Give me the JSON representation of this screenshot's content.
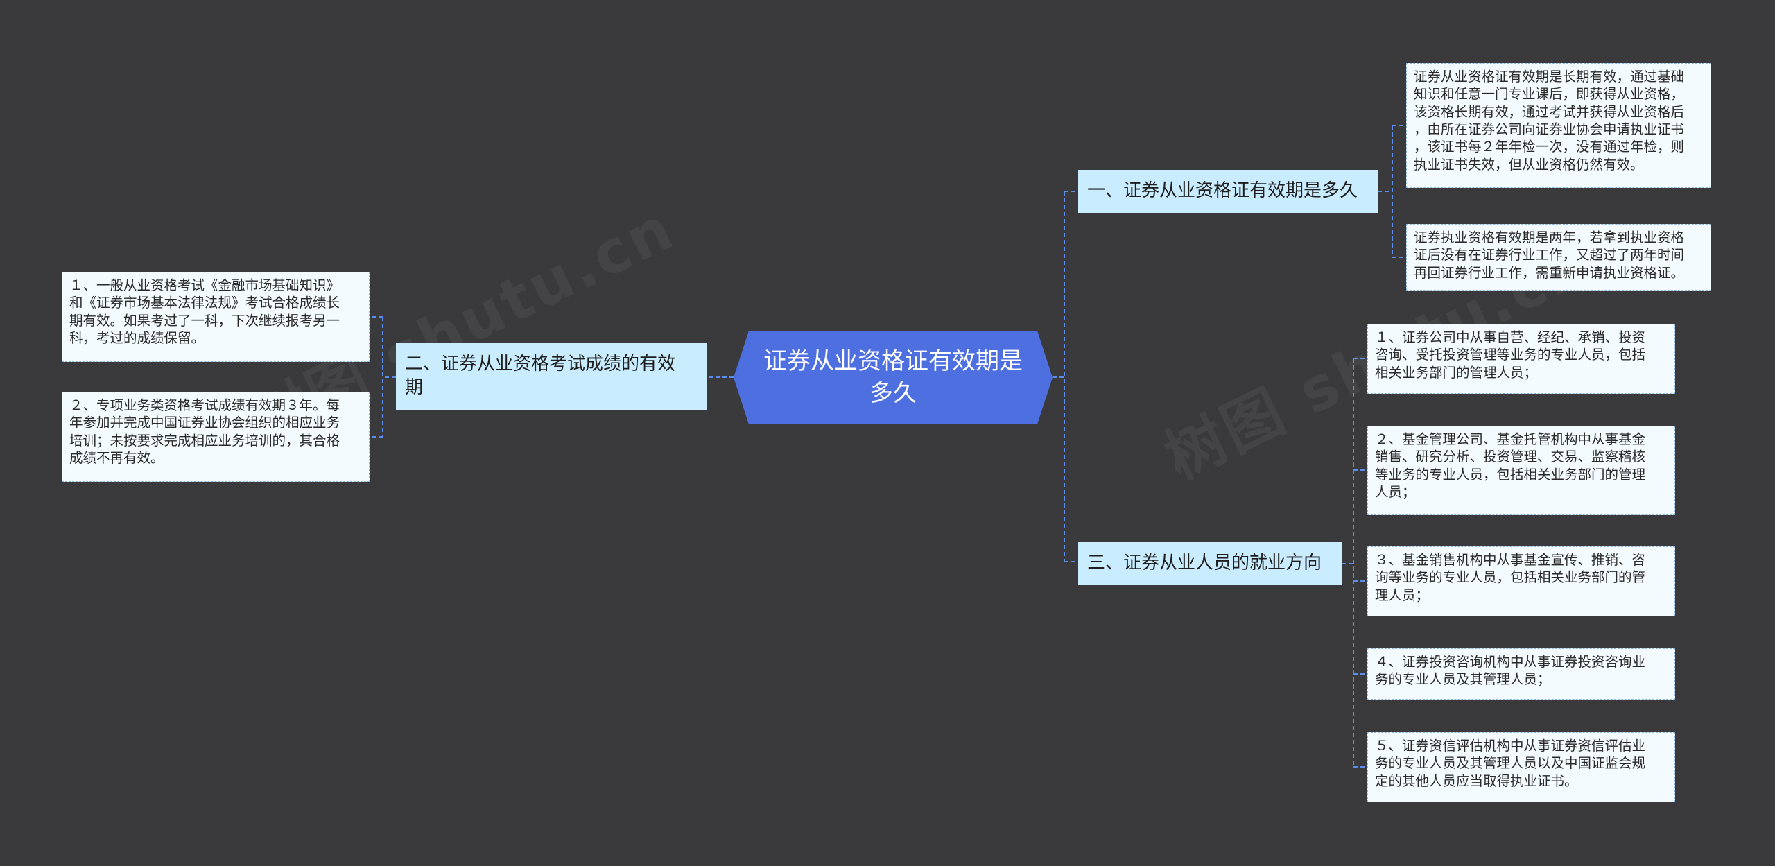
{
  "root": {
    "title": "证券从业资格证有效期是\n多久"
  },
  "branches": [
    {
      "label": "一、证券从业资格证有效期是多久",
      "leaves": [
        "证券从业资格证有效期是长期有效，通过基础\n知识和任意一门专业课后，即获得从业资格，\n该资格长期有效，通过考试并获得从业资格后\n，由所在证券公司向证券业协会申请执业证书\n，该证书每２年年检一次，没有通过年检，则\n执业证书失效，但从业资格仍然有效。",
        "证券执业资格有效期是两年，若拿到执业资格\n证后没有在证券行业工作，又超过了两年时间\n再回证券行业工作，需重新申请执业资格证。"
      ]
    },
    {
      "label": "二、证券从业资格考试成绩的有效\n期",
      "leaves": [
        "１、一般从业资格考试《金融市场基础知识》\n和《证券市场基本法律法规》考试合格成绩长\n期有效。如果考过了一科，下次继续报考另一\n科，考过的成绩保留。",
        "２、专项业务类资格考试成绩有效期３年。每\n年参加并完成中国证券业协会组织的相应业务\n培训；未按要求完成相应业务培训的，其合格\n成绩不再有效。"
      ]
    },
    {
      "label": "三、证券从业人员的就业方向",
      "leaves": [
        "１、证券公司中从事自营、经纪、承销、投资\n咨询、受托投资管理等业务的专业人员，包括\n相关业务部门的管理人员；",
        "２、基金管理公司、基金托管机构中从事基金\n销售、研究分析、投资管理、交易、监察稽核\n等业务的专业人员，包括相关业务部门的管理\n人员；",
        "３、基金销售机构中从事基金宣传、推销、咨\n询等业务的专业人员，包括相关业务部门的管\n理人员；",
        "４、证券投资咨询机构中从事证券投资咨询业\n务的专业人员及其管理人员；",
        "５、证券资信评估机构中从事证券资信评估业\n务的专业人员及其管理人员以及中国证监会规\n定的其他人员应当取得执业证书。"
      ]
    }
  ],
  "watermark": "树图 shutu.cn",
  "colors": {
    "background": "#3a393c",
    "root_fill": "#4d6fe0",
    "branch_fill": "#c9ecff",
    "leaf_fill": "#f3fbff",
    "leaf_border": "#8bb6e2",
    "connector": "#5b8def"
  }
}
